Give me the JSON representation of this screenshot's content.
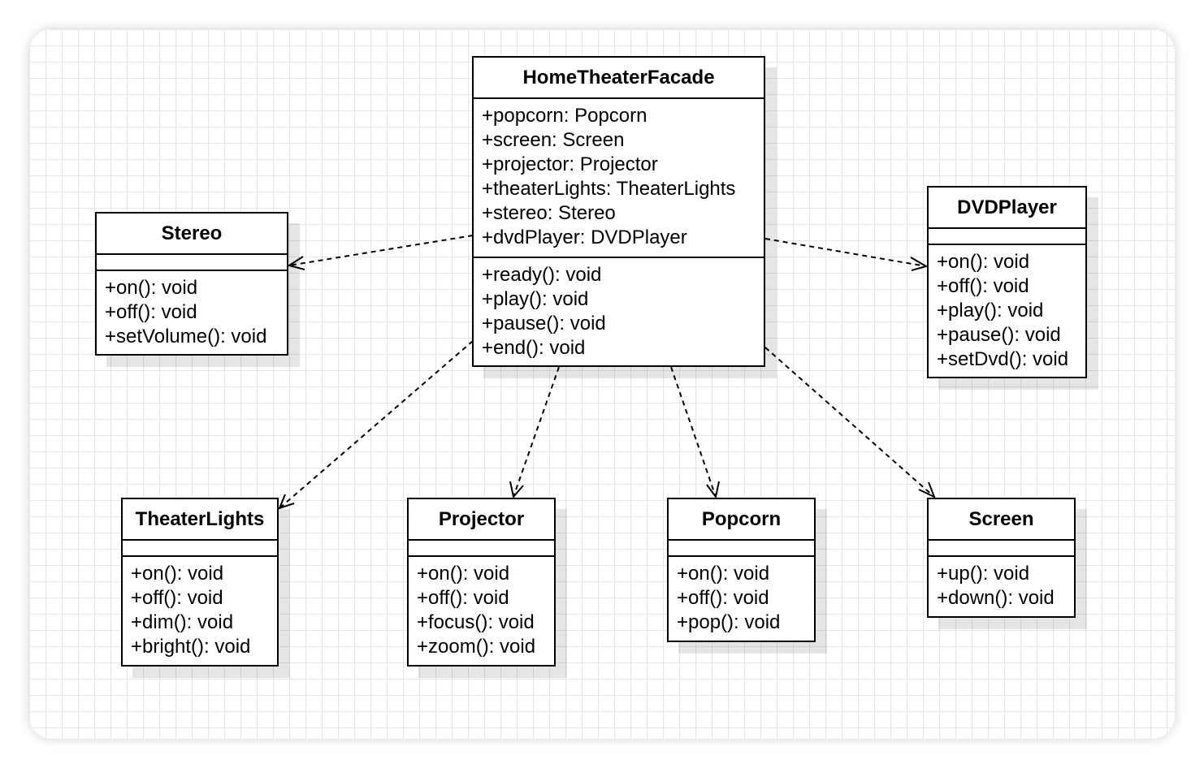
{
  "classes": {
    "facade": {
      "name": "HomeTheaterFacade",
      "attributes": [
        "+popcorn: Popcorn",
        "+screen: Screen",
        "+projector: Projector",
        "+theaterLights: TheaterLights",
        "+stereo: Stereo",
        "+dvdPlayer: DVDPlayer"
      ],
      "operations": [
        "+ready(): void",
        "+play(): void",
        "+pause(): void",
        "+end(): void"
      ]
    },
    "stereo": {
      "name": "Stereo",
      "attributes": [],
      "operations": [
        "+on(): void",
        "+off(): void",
        "+setVolume(): void"
      ]
    },
    "dvdplayer": {
      "name": "DVDPlayer",
      "attributes": [],
      "operations": [
        "+on(): void",
        "+off(): void",
        "+play(): void",
        "+pause(): void",
        "+setDvd(): void"
      ]
    },
    "theaterlights": {
      "name": "TheaterLights",
      "attributes": [],
      "operations": [
        "+on(): void",
        "+off(): void",
        "+dim(): void",
        "+bright(): void"
      ]
    },
    "projector": {
      "name": "Projector",
      "attributes": [],
      "operations": [
        "+on(): void",
        "+off(): void",
        "+focus(): void",
        "+zoom(): void"
      ]
    },
    "popcorn": {
      "name": "Popcorn",
      "attributes": [],
      "operations": [
        "+on(): void",
        "+off(): void",
        "+pop(): void"
      ]
    },
    "screen": {
      "name": "Screen",
      "attributes": [],
      "operations": [
        "+up(): void",
        "+down(): void"
      ]
    }
  },
  "relationships": [
    {
      "from": "HomeTheaterFacade",
      "to": "Stereo",
      "type": "dependency"
    },
    {
      "from": "HomeTheaterFacade",
      "to": "DVDPlayer",
      "type": "dependency"
    },
    {
      "from": "HomeTheaterFacade",
      "to": "TheaterLights",
      "type": "dependency"
    },
    {
      "from": "HomeTheaterFacade",
      "to": "Projector",
      "type": "dependency"
    },
    {
      "from": "HomeTheaterFacade",
      "to": "Popcorn",
      "type": "dependency"
    },
    {
      "from": "HomeTheaterFacade",
      "to": "Screen",
      "type": "dependency"
    }
  ]
}
